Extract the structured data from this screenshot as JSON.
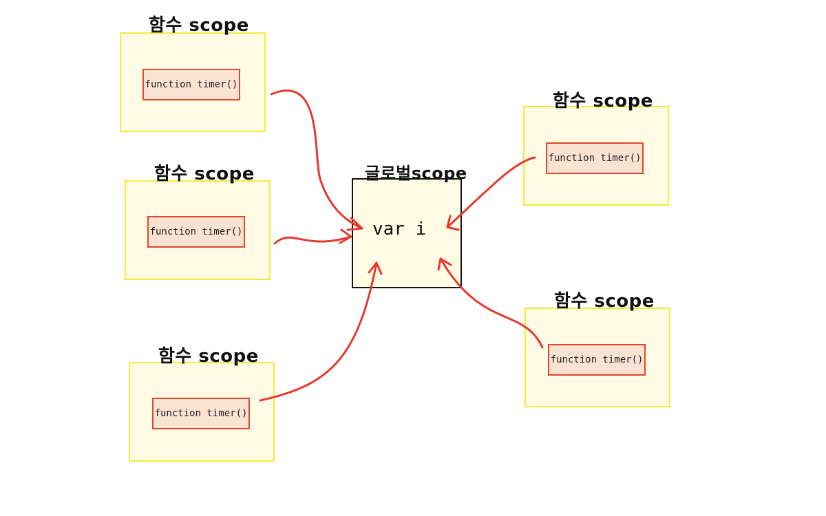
{
  "global_scope": {
    "title": "글로벌scope",
    "variable": "var i"
  },
  "function_scopes": [
    {
      "title": "함수 scope",
      "call": "function timer()"
    },
    {
      "title": "함수 scope",
      "call": "function timer()"
    },
    {
      "title": "함수 scope",
      "call": "function timer()"
    },
    {
      "title": "함수 scope",
      "call": "function timer()"
    },
    {
      "title": "함수 scope",
      "call": "function timer()"
    }
  ],
  "colors": {
    "scope_fill": "#fffbe5",
    "scope_border": "#f2ec3a",
    "call_fill": "#fbe3d3",
    "call_border": "#e0482d",
    "arrow": "#e53a30"
  }
}
